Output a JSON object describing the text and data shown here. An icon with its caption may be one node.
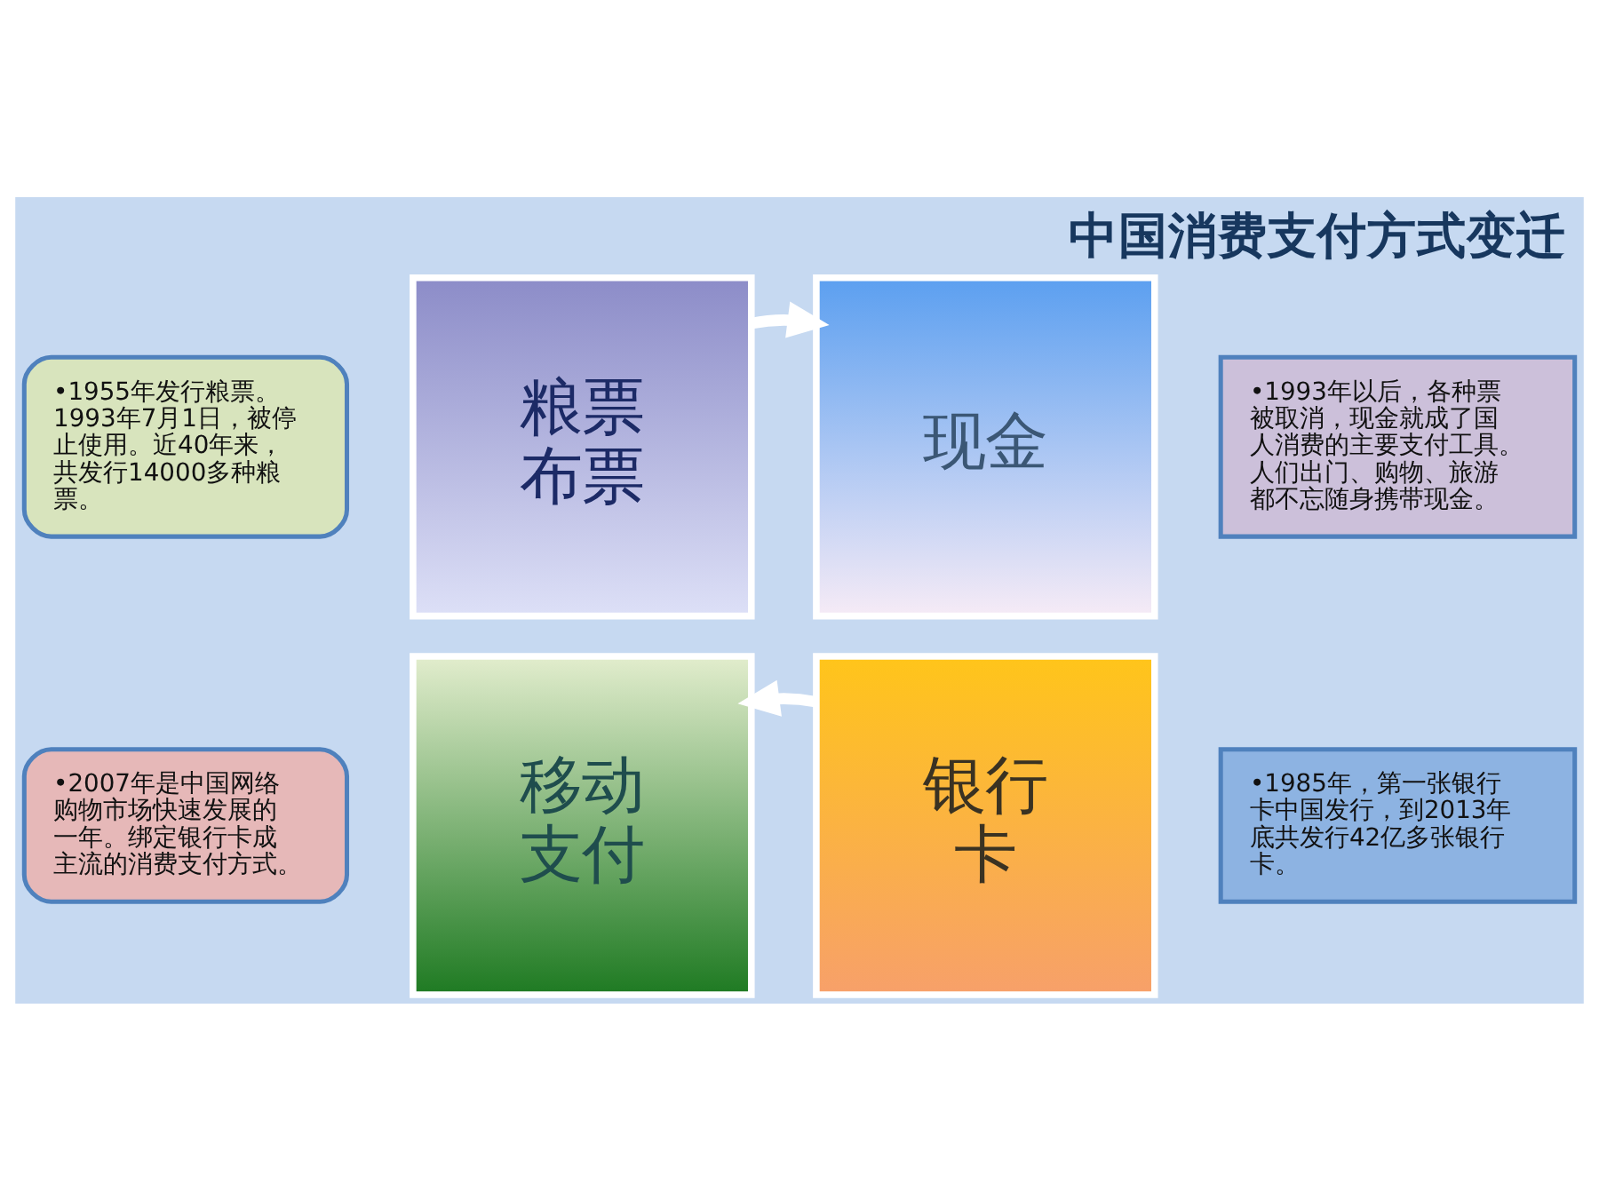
{
  "diagram": {
    "title": "中国消费支付方式变迁",
    "nodes": [
      {
        "text": [
          "•1955年发行粮票。1993年7月1日，被停止使用。近40年来，共发行14000多种粮票。"
        ]
      },
      {
        "text": [
          "•1993年以后，各种票被取消，现金就成了国人消费的主要支付工具。人们出门、购物、旅游都不忘随身携带现金。"
        ]
      },
      {
        "text": [
          "粮票布票"
        ]
      },
      {
        "text": [
          "现金"
        ]
      },
      {
        "text": [
          "移动支付"
        ]
      },
      {
        "text": [
          "银行卡"
        ]
      },
      {
        "text": [
          "•2007年是中国网络购物市场快速发展的一年。绑定银行卡成主流的消费支付方式。"
        ]
      },
      {
        "text": [
          "•1985年，第一张银行卡中国发行，到2013年底共发行42亿多张银行卡。"
        ]
      }
    ],
    "edges": [
      {
        "from": 2,
        "to": 3,
        "arrow": "to"
      },
      {
        "from": 5,
        "to": 4,
        "arrow": "to"
      }
    ]
  }
}
